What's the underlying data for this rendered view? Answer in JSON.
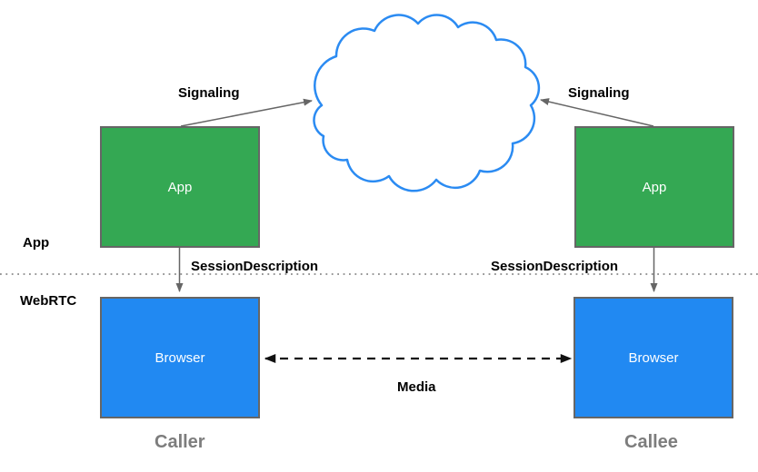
{
  "colors": {
    "app_fill": "#34a853",
    "browser_fill": "#2189f2",
    "cloud_stroke": "#2b8bf2",
    "box_border": "#666666",
    "connector_gray": "#666666",
    "media_black": "#111111",
    "divider_gray": "#777777",
    "role_label": "#7d7d7d",
    "label_black": "#000000"
  },
  "layers": {
    "top": "App",
    "bottom": "WebRTC"
  },
  "nodes": {
    "app_left": {
      "label": "App"
    },
    "app_right": {
      "label": "App"
    },
    "browser_left": {
      "label": "Browser"
    },
    "browser_right": {
      "label": "Browser"
    }
  },
  "edges": {
    "signaling_left": "Signaling",
    "signaling_right": "Signaling",
    "session_left": "SessionDescription",
    "session_right": "SessionDescription",
    "media": "Media"
  },
  "roles": {
    "caller": "Caller",
    "callee": "Callee"
  },
  "icons": {
    "cloud": "cloud-outline"
  }
}
